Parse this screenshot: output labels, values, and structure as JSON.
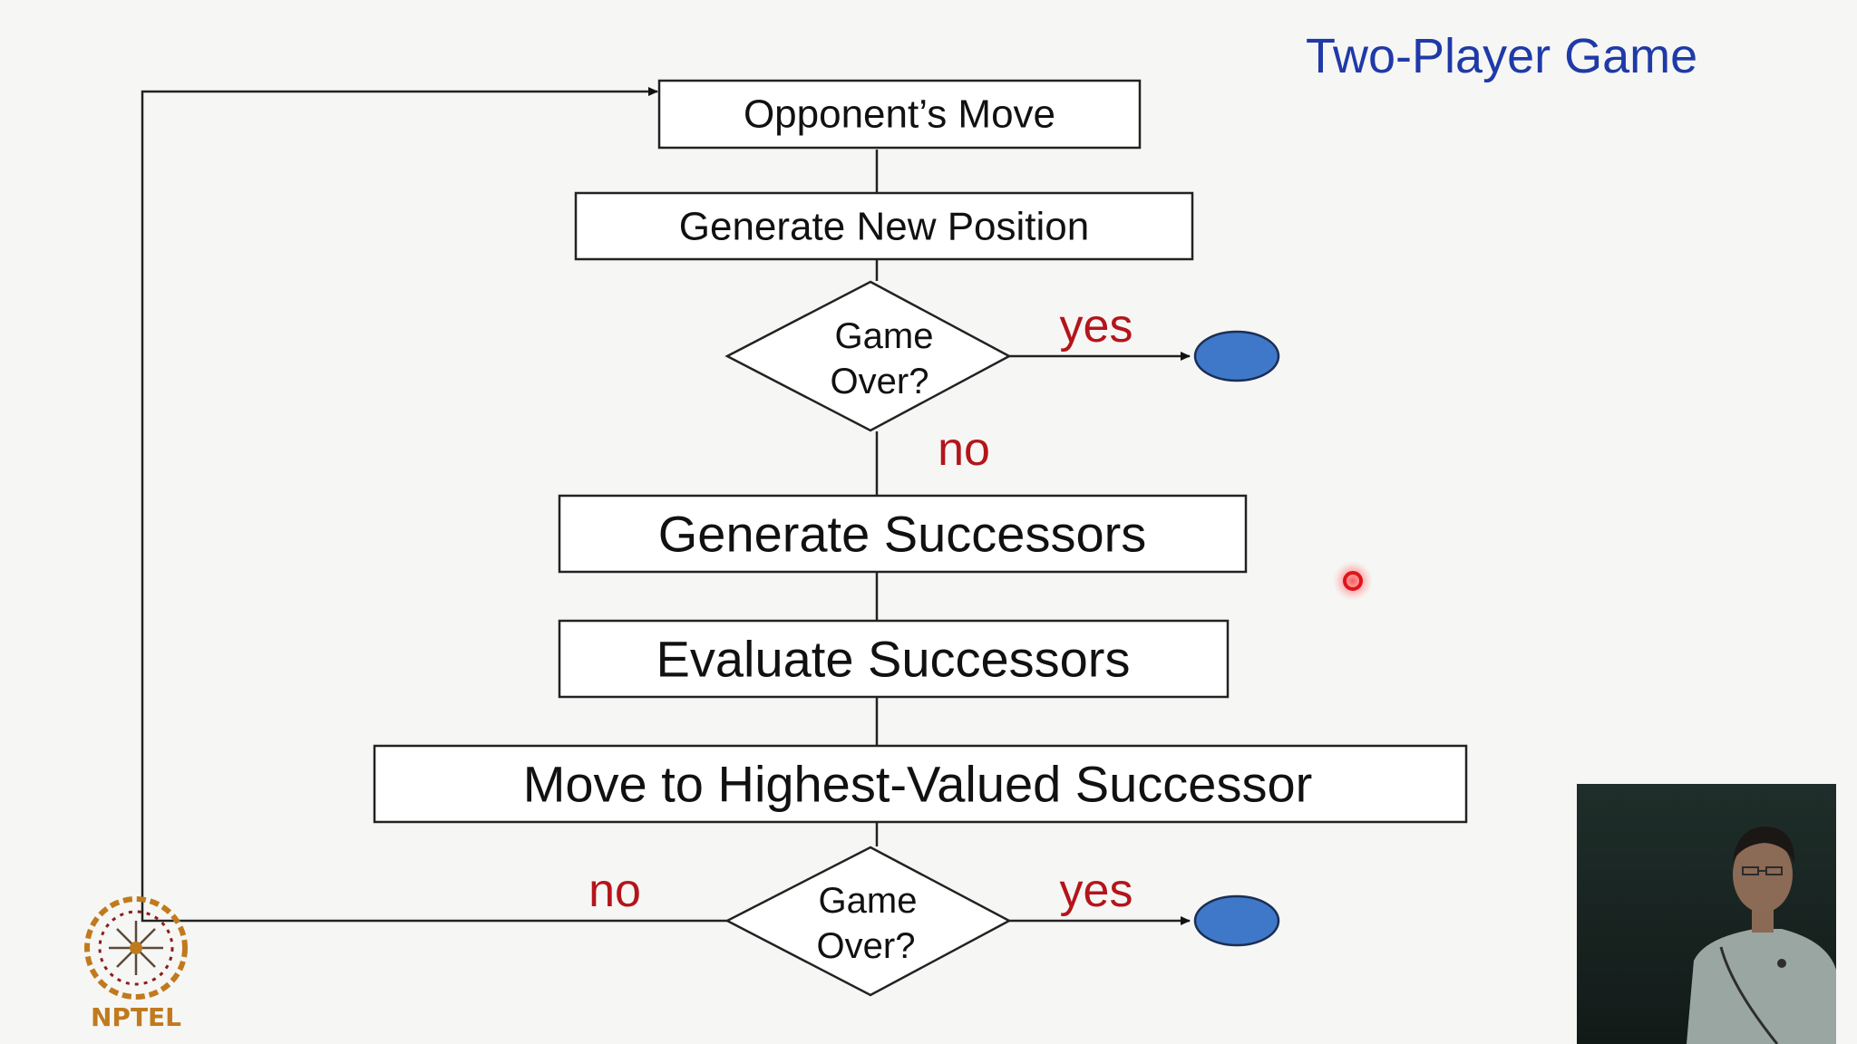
{
  "slide": {
    "title": "Two-Player Game"
  },
  "flowchart": {
    "nodes": {
      "opponent_move": "Opponent’s Move",
      "generate_new_position": "Generate New Position",
      "game_over_1_line1": "Game",
      "game_over_1_line2": "Over?",
      "generate_successors": "Generate Successors",
      "evaluate_successors": "Evaluate Successors",
      "move_to_highest": "Move to Highest-Valued Successor",
      "game_over_2_line1": "Game",
      "game_over_2_line2": "Over?"
    },
    "edge_labels": {
      "yes_1": "yes",
      "no_1": "no",
      "yes_2": "yes",
      "no_2": "no"
    }
  },
  "logo": {
    "text": "NPTEL"
  },
  "colors": {
    "title": "#1f3aa8",
    "edge_label": "#b3151b",
    "terminal_fill": "#3f78c8",
    "pointer": "#e0141c"
  }
}
